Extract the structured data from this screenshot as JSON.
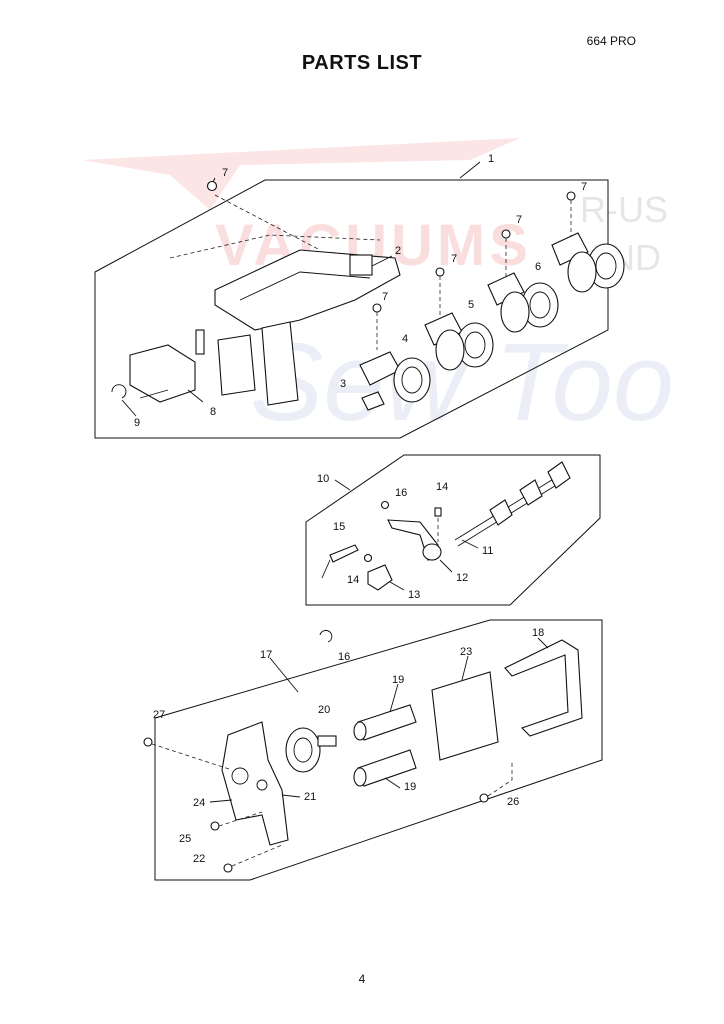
{
  "header": {
    "model": "664 PRO",
    "title": "PARTS LIST"
  },
  "footer": {
    "page_number": "4"
  },
  "watermark": {
    "line1": "VACUUMS",
    "line2": "Sew Too",
    "line3": "R-US",
    "line4": "AND",
    "color": "#e64a4a"
  },
  "callouts": {
    "c1": "1",
    "c2": "2",
    "c3": "3",
    "c4": "4",
    "c5": "5",
    "c6": "6",
    "c7": "7",
    "c8": "8",
    "c9": "9",
    "c10": "10",
    "c11": "11",
    "c12": "12",
    "c13": "13",
    "c14": "14",
    "c15": "15",
    "c16": "16",
    "c17": "17",
    "c18": "18",
    "c19": "19",
    "c20": "20",
    "c21": "21",
    "c22": "22",
    "c23": "23",
    "c24": "24",
    "c25": "25",
    "c26": "26",
    "c27": "27"
  }
}
